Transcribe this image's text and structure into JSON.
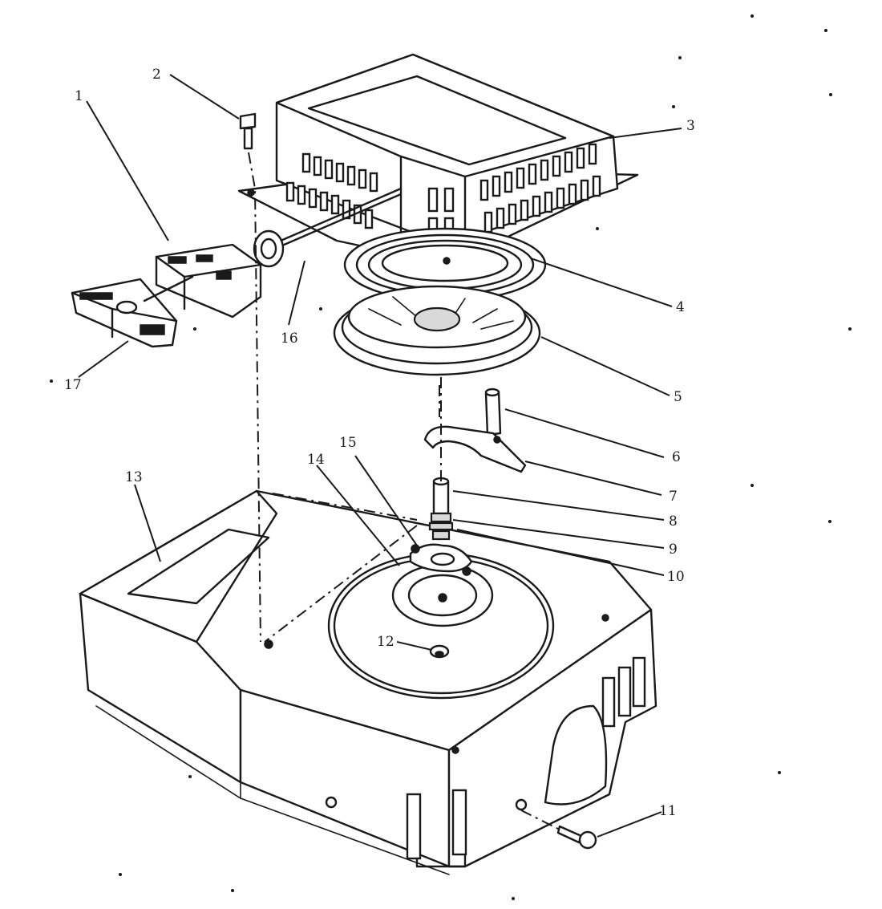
{
  "callouts": [
    {
      "id": "1",
      "text": "1"
    },
    {
      "id": "2",
      "text": "2"
    },
    {
      "id": "3",
      "text": "3"
    },
    {
      "id": "4",
      "text": "4"
    },
    {
      "id": "5",
      "text": "5"
    },
    {
      "id": "6",
      "text": "6"
    },
    {
      "id": "7",
      "text": "7"
    },
    {
      "id": "8",
      "text": "8"
    },
    {
      "id": "9",
      "text": "9"
    },
    {
      "id": "10",
      "text": "10"
    },
    {
      "id": "11",
      "text": "11"
    },
    {
      "id": "12",
      "text": "12"
    },
    {
      "id": "13",
      "text": "13"
    },
    {
      "id": "14",
      "text": "14"
    },
    {
      "id": "15",
      "text": "15"
    },
    {
      "id": "16",
      "text": "16"
    },
    {
      "id": "17",
      "text": "17"
    }
  ],
  "colors": {
    "ink": "#1a1a1a",
    "paper": "#ffffff"
  }
}
